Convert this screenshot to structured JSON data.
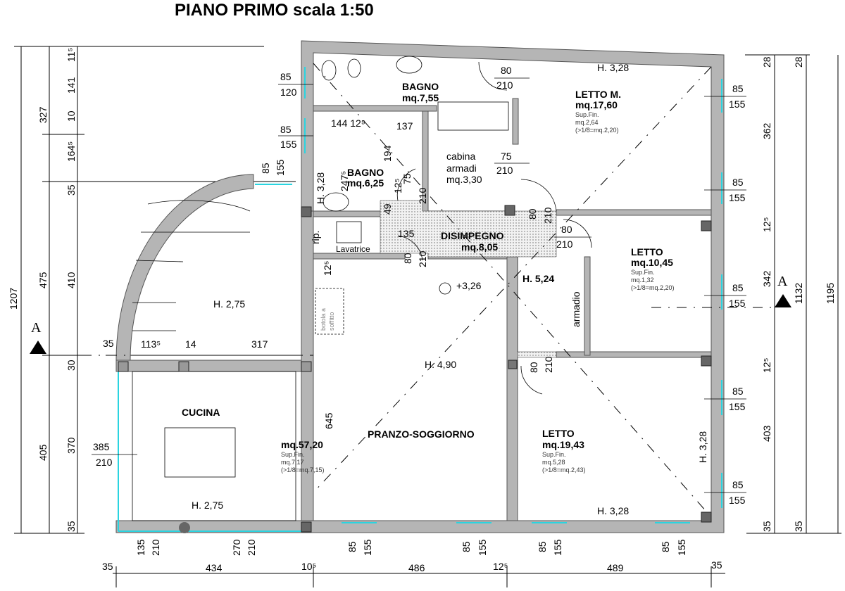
{
  "title": "PIANO PRIMO   scala 1:50",
  "rooms": {
    "bagno1": {
      "name": "BAGNO",
      "area": "mq.7,55"
    },
    "bagno2": {
      "name": "BAGNO",
      "area": "mq.6,25"
    },
    "letto_m": {
      "name": "LETTO M.",
      "area": "mq.17,60",
      "sup": "Sup.Fin.",
      "sup_val": "mq.2,64",
      "ratio": "(>1/8=mq.2,20)"
    },
    "cabina": {
      "l1": "cabina",
      "l2": "armadi",
      "area": "mq.3,30"
    },
    "disimpegno": {
      "name": "DISIMPEGNO",
      "area": "mq.8,05"
    },
    "letto2": {
      "name": "LETTO",
      "area": "mq.10,45",
      "sup": "Sup.Fin.",
      "sup_val": "mq.1,32",
      "ratio": "(>1/8=mq.2,20)"
    },
    "cucina": {
      "name": "CUCINA"
    },
    "pranzo": {
      "name": "PRANZO-SOGGIORNO",
      "area": "mq.57,20",
      "sup": "Sup.Fin.",
      "sup_val": "mq.7,17",
      "ratio": "(>1/8=mq.7,15)"
    },
    "letto3": {
      "name": "LETTO",
      "area": "mq.19,43",
      "sup": "Sup.Fin.",
      "sup_val": "mq.5,28",
      "ratio": "(>1/8=mq.2,43)"
    }
  },
  "misc": {
    "rip": "rip.",
    "lavatrice": "Lavatrice",
    "armadio": "armadio",
    "botola1": "botola a",
    "botola2": "soffitto",
    "section": "A"
  },
  "heights": {
    "top": "H. 3,28",
    "bagno_v": "H. 3,28",
    "stair": "H. 2,75",
    "soggiorno": "H. 4,90",
    "disimp": "H. 5,24",
    "level": "+3,26",
    "cucina": "H. 2,75",
    "letto3": "H. 3,28",
    "right_v": "H. 3,28"
  },
  "dims_left": {
    "total": "1207",
    "a": "327",
    "b": "475",
    "c": "405",
    "d1": "11⁵",
    "d2": "141",
    "d3": "10",
    "d4": "164⁵",
    "d5": "35",
    "d6": "410",
    "d7": "30",
    "d8": "370",
    "d9": "35"
  },
  "dims_right": {
    "r1": "28",
    "r2": "28",
    "r3": "362",
    "r4": "12⁵",
    "r5": "342",
    "r6": "12⁵",
    "r7": "403",
    "r8": "35",
    "r9": "35",
    "inner": "1132",
    "total": "1195"
  },
  "dims_bottom": {
    "b1": "35",
    "b2": "434",
    "b3": "10⁵",
    "b4": "486",
    "b5": "12⁵",
    "b6": "489",
    "b7": "35"
  },
  "dims_inner": {
    "i1": "144 12⁵",
    "i2": "137",
    "i3": "194",
    "i4": "247⁵",
    "i5": "12⁵",
    "i6": "49",
    "i7": "135",
    "i8": "35",
    "i9": "113⁵",
    "i10": "14",
    "i11": "317",
    "i12": "645",
    "i13": "12⁵"
  },
  "openings": {
    "w_l1": [
      "85",
      "120"
    ],
    "w_l2": [
      "85",
      "155"
    ],
    "w_stair": [
      "85",
      "155"
    ],
    "w_kitchen": [
      "385",
      "210"
    ],
    "w_r1": [
      "85",
      "155"
    ],
    "w_r2": [
      "85",
      "155"
    ],
    "w_r3": [
      "85",
      "155"
    ],
    "w_r4": [
      "85",
      "155"
    ],
    "w_r5": [
      "85",
      "155"
    ],
    "d_lettom": [
      "80",
      "210"
    ],
    "d_cabina": [
      "75",
      "210"
    ],
    "d_lettom2": [
      "80",
      "210"
    ],
    "d_letto2": [
      "80",
      "210"
    ],
    "d_bagno2": [
      "75",
      "210"
    ],
    "d_disimp": [
      "80",
      "210"
    ],
    "d_letto3": [
      "80",
      "210"
    ],
    "b_1": [
      "135",
      "210"
    ],
    "b_2": [
      "270",
      "210"
    ],
    "b_3": [
      "85",
      "155"
    ],
    "b_4": [
      "85",
      "155"
    ],
    "b_5": [
      "85",
      "155"
    ],
    "b_6": [
      "85",
      "155"
    ]
  }
}
